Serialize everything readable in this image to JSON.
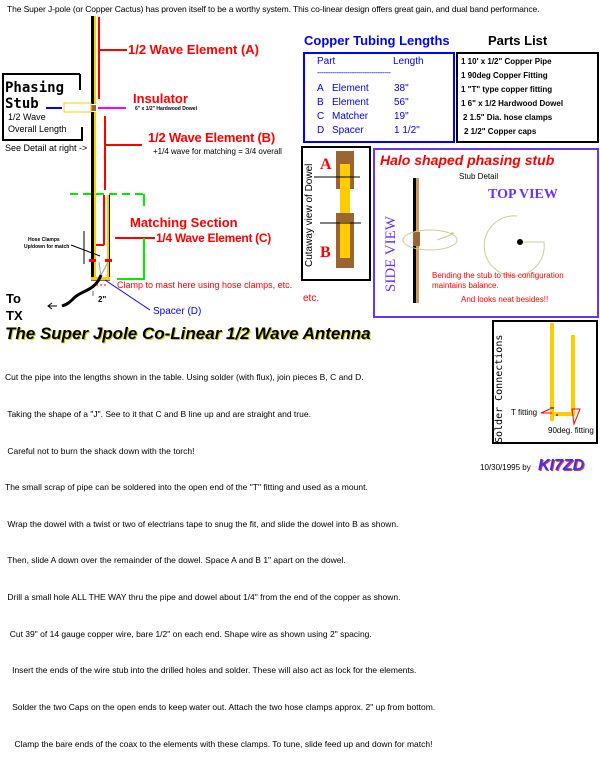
{
  "intro": "The Super J-pole (or Copper Cactus) has proven itself to be a worthy system. This co-linear design offers great gain, and dual band performance.",
  "diagram": {
    "element_a": "1/2  Wave Element (A)",
    "phasing_stub": {
      "title1": "Phasing",
      "title2": "Stub",
      "line1": "1/2 Wave",
      "line2": "Overall Length"
    },
    "see_detail": "See Detail at right ->",
    "insulator": "Insulator",
    "insulator_note": "6\" x 1/2\" Hardwood Dowel",
    "element_b": "1/2  Wave Element (B)",
    "element_b_note": "+1/4 wave for matching = 3/4 overall",
    "matching_section": "Matching Section",
    "element_c": "1/4 Wave Element (C)",
    "hose_clamps": "Hose Clamps",
    "hose_clamps_note": "Up/down for match",
    "clamp_note": "Clamp to mast here using hose clamps, etc.",
    "spacer": "Spacer (D)",
    "spacing": "2\"",
    "to_tx_1": "To",
    "to_tx_2": "TX"
  },
  "tubing": {
    "title": "Copper Tubing Lengths",
    "headers": [
      "Part",
      "Length"
    ],
    "divider": "----------------------------------",
    "rows": [
      {
        "letter": "A",
        "part": "Element",
        "length": "38\""
      },
      {
        "letter": "B",
        "part": "Element",
        "length": "56\""
      },
      {
        "letter": "C",
        "part": "Matcher",
        "length": "19\""
      },
      {
        "letter": "D",
        "part": "Spacer",
        "length": "1 1/2\""
      }
    ]
  },
  "parts": {
    "title": "Parts List",
    "items": [
      "1  10' x 1/2\" Copper Pipe",
      "1  90deg Copper Fitting",
      "1  \"T\" type copper fitting",
      "1  6\" x 1/2 Hardwood Dowel",
      "2  1.5\" Dia. hose clamps",
      "2  1/2\" Copper caps"
    ]
  },
  "cutaway": {
    "label": "Cutaway view of Dowel",
    "a": "A",
    "b": "B",
    "etc": "etc."
  },
  "halo": {
    "title": "Halo shaped phasing stub",
    "subtitle": "Stub Detail",
    "side_view": "SIDE VIEW",
    "top_view": "TOP VIEW",
    "note1": "Bending the stub to this configuration",
    "note2": "maintains balance.",
    "note3": "And looks neat besides!!"
  },
  "article": {
    "title": "The Super Jpole Co-Linear 1/2 Wave Antenna",
    "lines": [
      "Cut the pipe into the lengths shown in the table. Using solder (with flux), join pieces B, C and D.",
      " Taking the shape of a \"J\". See to it that C and B line up and are straight and true.",
      " Careful not to burn the shack down with the torch!",
      "The small scrap of pipe can be soldered into the open end of the \"T\" fitting and used as a mount.",
      " Wrap the dowel with a twist or two of electrians tape to snug the fit, and slide the dowel into B as shown.",
      " Then, slide A down over the remainder of the dowel. Space A and B 1\" apart on the dowel.",
      " Drill a small hole ALL THE WAY thru the pipe and dowel about 1/4\" from the end of the copper as shown.",
      "  Cut 39\" of 14 gauge copper wire, bare 1/2\" on each end. Shape wire as shown using 2\" spacing.",
      "   Insert the ends of the wire stub into the drilled holes and solder. These will also act as lock for the elements.",
      "   Solder the two Caps on the open ends to keep water out. Attach the two hose clamps approx. 2\" up from bottom.",
      "    Clamp the bare ends of the coax to the elements with these clamps. To tune, slide feed up and down for match!"
    ]
  },
  "solder": {
    "label": "Solder Connections",
    "t_fitting": "T fitting",
    "elbow": "90deg. fitting"
  },
  "footer": {
    "date": "10/30/1995 by",
    "callsign": "KI7ZD"
  },
  "colors": {
    "red": "#ff0000",
    "blue": "#0000ff",
    "copper": "#ffcc00",
    "green": "#00ee00",
    "purple": "#6633ff",
    "magenta": "#ff00ff"
  }
}
